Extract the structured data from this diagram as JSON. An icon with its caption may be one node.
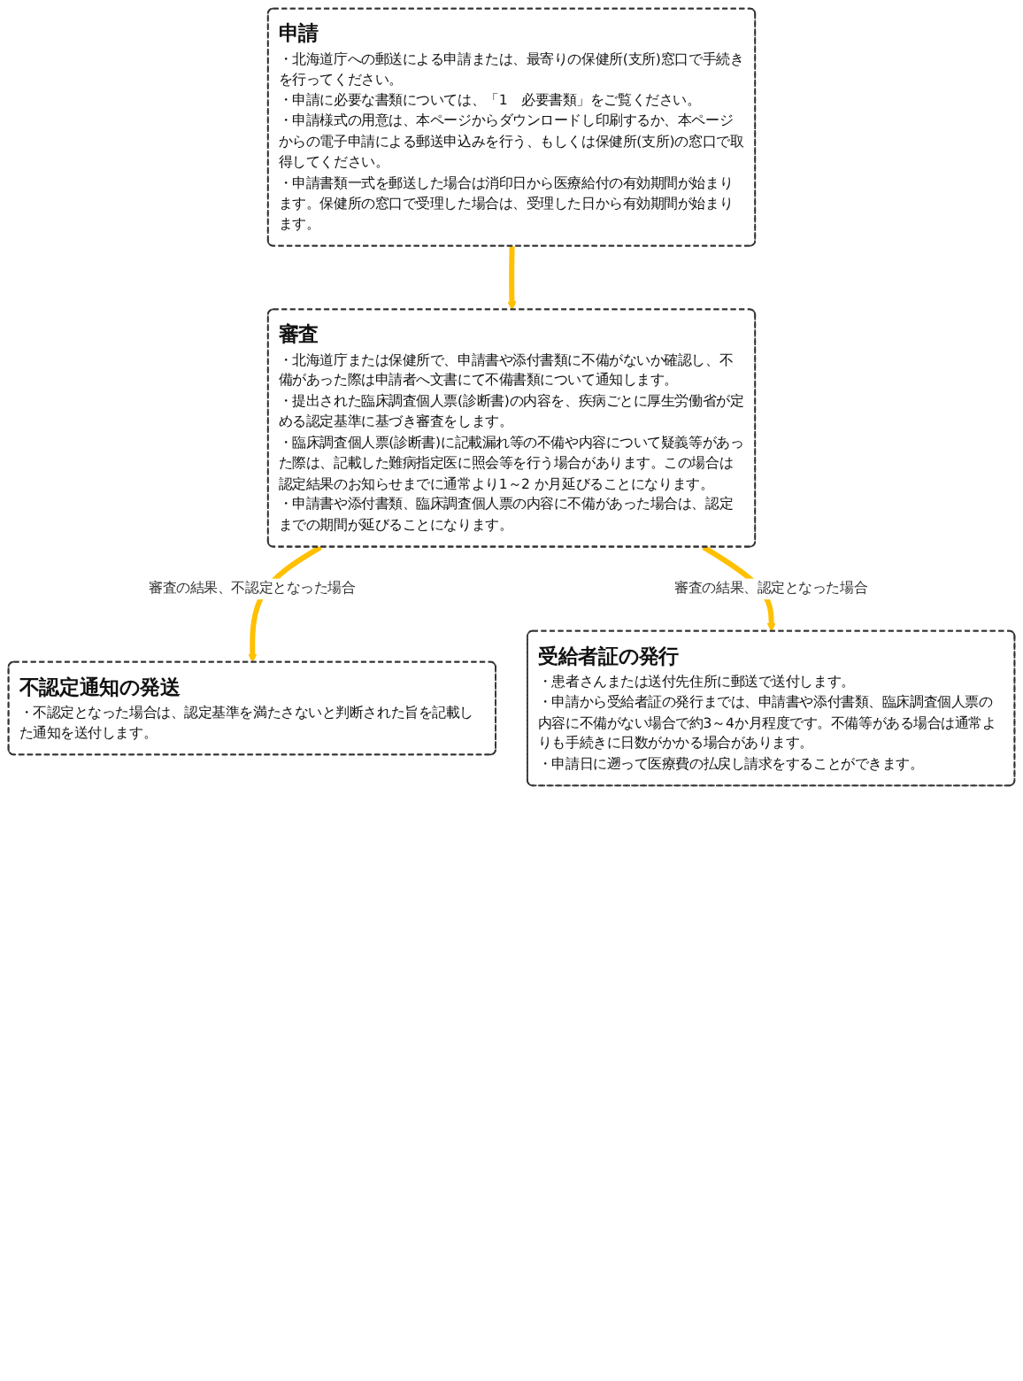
{
  "diagram": {
    "nodes": [
      {
        "text": [
          "申請",
          "・北海道庁への郵送による申請または、最寄りの保健所(支所)窓口で手続きを行ってください。",
          "・申請に必要な書類については、「1　必要書類」をご覧ください。",
          "・申請様式の用意は、本ページからダウンロードし印刷するか、本ページからの電子申請による郵送申込みを行う、もしくは保健所(支所)の窓口で取得してください。",
          "・申請書類一式を郵送した場合は消印日から医療給付の有効期間が始まります。保健所の窓口で受理した場合は、受理した日から有効期間が始まります。"
        ]
      },
      {
        "text": [
          "審査",
          "・北海道庁または保健所で、申請書や添付書類に不備がないか確認し、不備があった際は申請者へ文書にて不備書類について通知します。",
          "・提出された臨床調査個人票(診断書)の内容を、疾病ごとに厚生労働省が定める認定基準に基づき審査をします。",
          "・臨床調査個人票(診断書)に記載漏れ等の不備や内容について疑義等があった際は、記載した難病指定医に照会等を行う場合があります。この場合は認定結果のお知らせまでに通常より1～2 か月延びることになります。",
          "・申請書や添付書類、臨床調査個人票の内容に不備があった場合は、認定までの期間が延びることになります。"
        ]
      },
      {
        "text": [
          "不認定通知の発送",
          "・不認定となった場合は、認定基準を満たさないと判断された旨を記載した通知を送付します。"
        ]
      },
      {
        "text": [
          "受給者証の発行",
          "・患者さんまたは送付先住所に郵送で送付します。",
          "・申請から受給者証の発行までは、申請書や添付書類、臨床調査個人票の内容に不備がない場合で約3～4か月程度です。不備等がある場合は通常よりも手続きに日数がかかる場合があります。",
          "・申請日に遡って医療費の払戻し請求をすることができます。"
        ]
      }
    ],
    "edges": [
      {
        "from": 0,
        "to": 1,
        "arrow": "to"
      },
      {
        "from": 1,
        "to": 2,
        "arrow": "to",
        "label": "審査の結果、不認定となった場合"
      },
      {
        "from": 1,
        "to": 3,
        "arrow": "to",
        "label": "審査の結果、認定となった場合"
      }
    ]
  }
}
